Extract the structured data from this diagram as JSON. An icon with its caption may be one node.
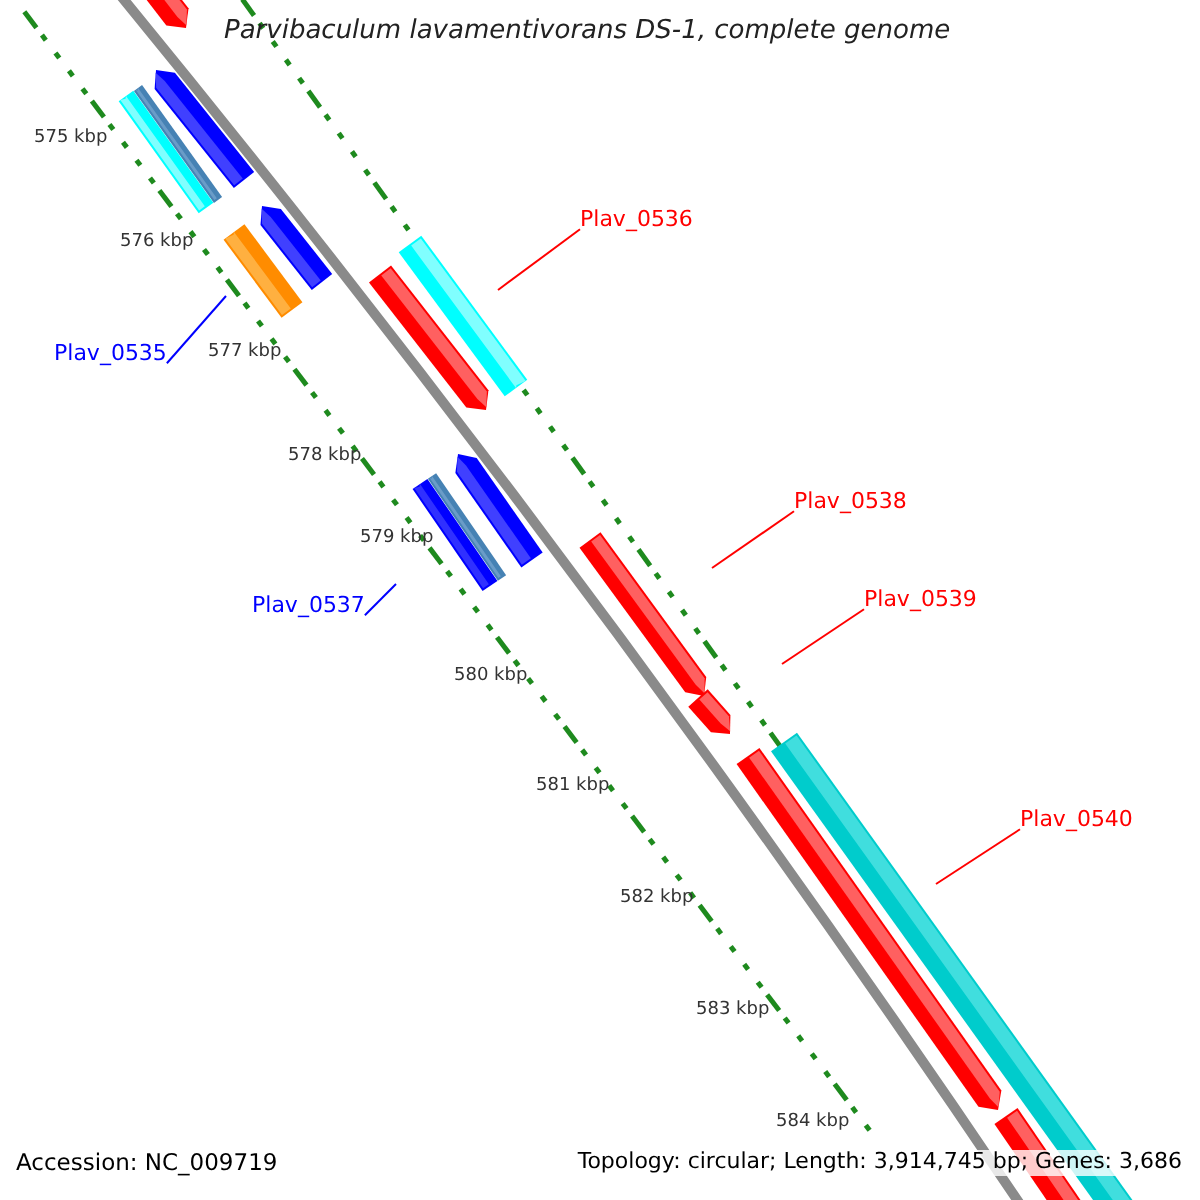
{
  "diagram": {
    "title": "Parvibaculum lavamentivorans DS-1, complete genome",
    "nodes": [
      {
        "text": [
          "Plav_0536"
        ]
      },
      {
        "text": [
          "Plav_0535"
        ]
      },
      {
        "text": [
          "Plav_0538"
        ]
      },
      {
        "text": [
          "Plav_0537"
        ]
      },
      {
        "text": [
          "Plav_0539"
        ]
      },
      {
        "text": [
          "Plav_0540"
        ]
      }
    ],
    "edges": [
      {
        "from": 0,
        "to": null,
        "arrow": "none"
      },
      {
        "from": 1,
        "to": null,
        "arrow": "none",
        "color": "#0000ff"
      },
      {
        "from": 2,
        "to": null,
        "arrow": "none"
      },
      {
        "from": 3,
        "to": null,
        "arrow": "none",
        "color": "#0000ff"
      },
      {
        "from": 4,
        "to": null,
        "arrow": "none"
      },
      {
        "from": 5,
        "to": null,
        "arrow": "none"
      }
    ],
    "labels": [
      "575 kbp",
      "576 kbp",
      "577 kbp",
      "578 kbp",
      "579 kbp",
      "580 kbp",
      "581 kbp",
      "582 kbp",
      "583 kbp",
      "584 kbp",
      "Accession: NC_009719",
      "Topology: circular; Length: 3,914,745 bp; Genes: 3,686"
    ]
  }
}
